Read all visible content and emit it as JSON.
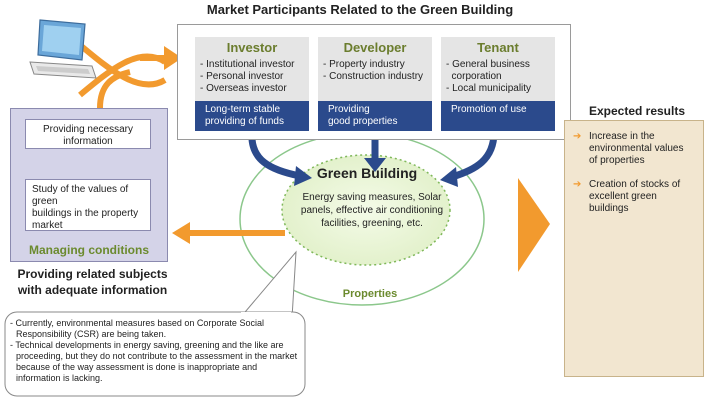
{
  "title": "Market Participants Related to the Green Building",
  "participants": [
    {
      "name": "Investor",
      "items": [
        "- Institutional investor",
        "- Personal investor",
        "- Overseas investor"
      ],
      "role": [
        "Long-term stable",
        "providing of funds"
      ]
    },
    {
      "name": "Developer",
      "items": [
        "- Property industry",
        "- Construction industry"
      ],
      "role": [
        "Providing",
        "good properties"
      ]
    },
    {
      "name": "Tenant",
      "items": [
        "- General business",
        "  corporation",
        "- Local municipality"
      ],
      "role": [
        "Promotion of use"
      ]
    }
  ],
  "managing": {
    "label": "Managing conditions",
    "box_top": [
      "Providing necessary",
      "information"
    ],
    "box_bottom": [
      "Study of the values of green",
      "buildings in the property",
      "market"
    ]
  },
  "providing_label": [
    "Providing related subjects",
    "with adequate information"
  ],
  "green_building": {
    "title": "Green Building",
    "text": [
      "Energy saving measures, Solar",
      "panels, effective air conditioning",
      "facilities, greening, etc."
    ],
    "properties_label": "Properties"
  },
  "expected": {
    "title": "Expected results",
    "items": [
      [
        "Increase in the",
        "environmental values",
        "of properties"
      ],
      [
        "Creation of stocks of",
        "excellent green",
        "buildings"
      ]
    ]
  },
  "note": [
    "- Currently, environmental measures based on Corporate Social Responsibility (CSR) are being taken.",
    "- Technical developments in energy saving, greening and the like are proceeding, but they do not contribute to the assessment in the market because of the way assessment is done is inappropriate and information is lacking."
  ],
  "colors": {
    "navy": "#2b4a8c",
    "orange": "#f29a2e",
    "olive": "#6b7d2e",
    "lavender": "#d4d3e8",
    "tan": "#f2e6d0",
    "green_stroke": "#8bc78b"
  },
  "icons": [
    "computer-icon",
    "orange-arrow-icon",
    "city-photo"
  ]
}
